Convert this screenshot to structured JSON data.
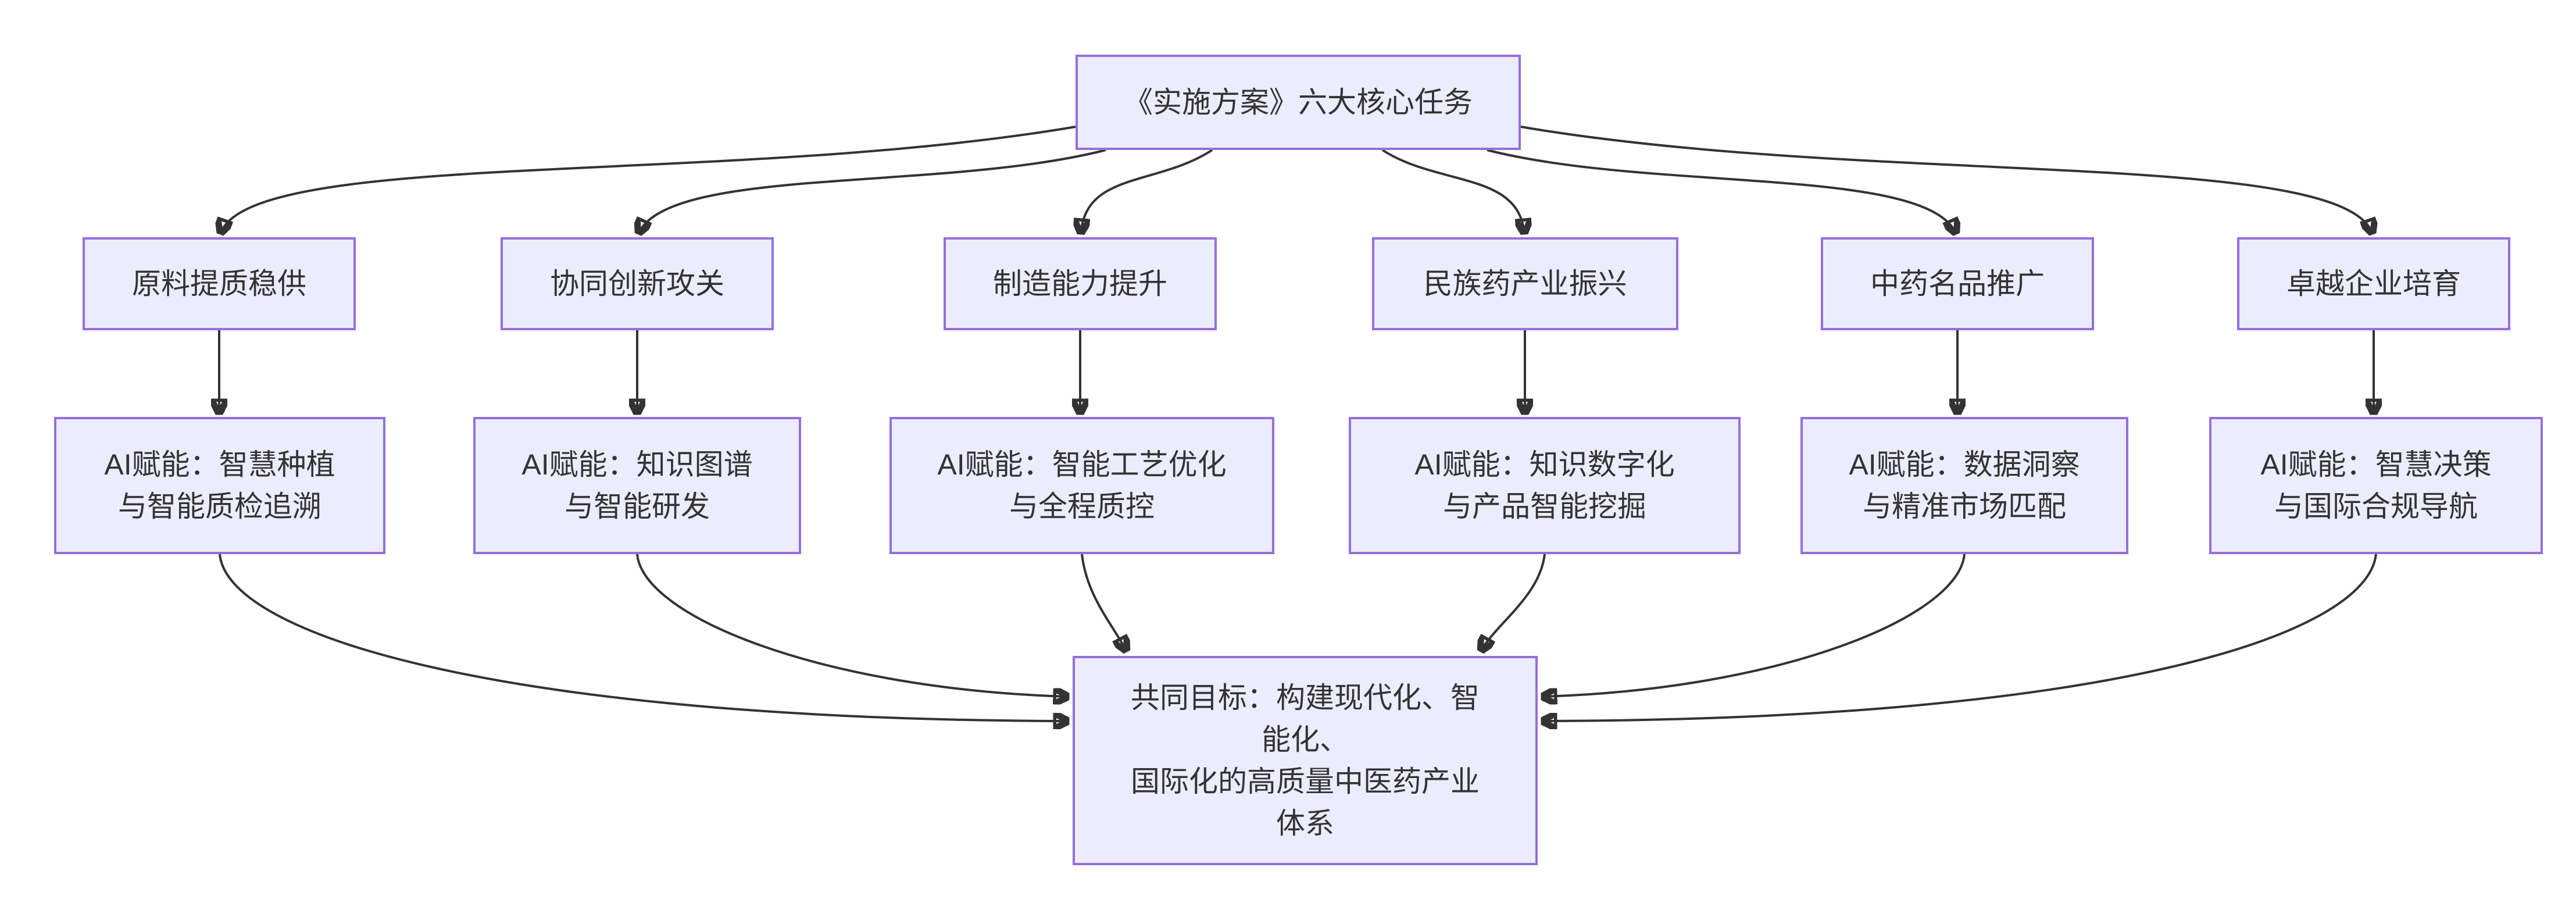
{
  "diagram": {
    "root": {
      "label": "《实施方案》六大核心任务"
    },
    "tasks": [
      {
        "label": "原料提质稳供",
        "ai_label": "AI赋能：智慧种植\n与智能质检追溯"
      },
      {
        "label": "协同创新攻关",
        "ai_label": "AI赋能：知识图谱\n与智能研发"
      },
      {
        "label": "制造能力提升",
        "ai_label": "AI赋能：智能工艺优化\n与全程质控"
      },
      {
        "label": "民族药产业振兴",
        "ai_label": "AI赋能：知识数字化\n与产品智能挖掘"
      },
      {
        "label": "中药名品推广",
        "ai_label": "AI赋能：数据洞察\n与精准市场匹配"
      },
      {
        "label": "卓越企业培育",
        "ai_label": "AI赋能：智慧决策\n与国际合规导航"
      }
    ],
    "goal": {
      "label": "共同目标：构建现代化、智\n能化、\n国际化的高质量中医药产业\n体系"
    },
    "colors": {
      "node_fill": "#ECECFF",
      "node_border": "#9370DB",
      "edge": "#333333",
      "text": "#333333",
      "background": "#FFFFFF"
    }
  }
}
